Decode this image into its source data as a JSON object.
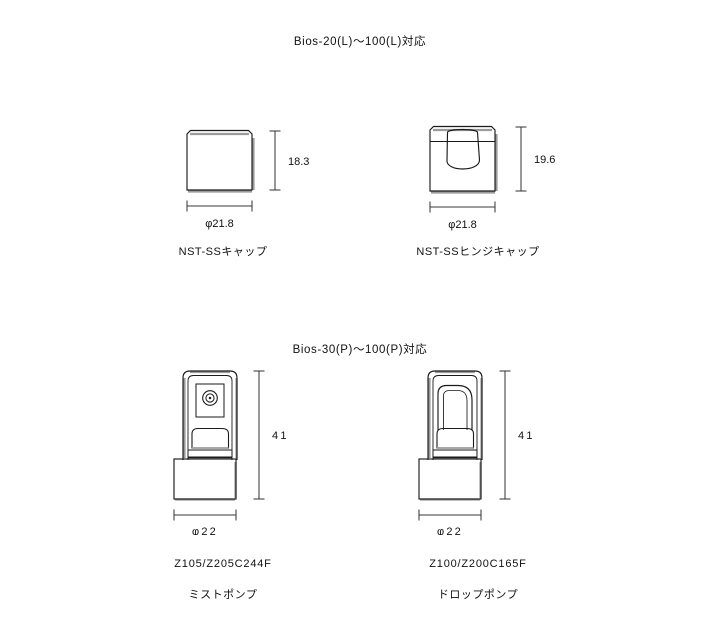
{
  "sheet": {
    "background_color": "#ffffff",
    "line_color": "#1a1a1a",
    "shade_color": "#9b9b9b",
    "text_color": "#111111"
  },
  "sections": [
    {
      "id": "upper",
      "title": "Bios-20(L)〜100(L)対応",
      "figures": [
        {
          "id": "cap",
          "name": "NST-SSキャップ",
          "icon": "cap-outline-icon",
          "height_dim": "18.3",
          "diameter_dim": "φ21.8"
        },
        {
          "id": "hinge",
          "name": "NST-SSヒンジキャップ",
          "icon": "hinge-cap-outline-icon",
          "height_dim": "19.6",
          "diameter_dim": "φ21.8"
        }
      ]
    },
    {
      "id": "lower",
      "title": "Bios-30(P)〜100(P)対応",
      "figures": [
        {
          "id": "mist",
          "code": "Z105/Z205C244F",
          "name": "ミストポンプ",
          "icon": "mist-pump-outline-icon",
          "height_dim": "41",
          "diameter_dim": "φ22"
        },
        {
          "id": "drop",
          "code": "Z100/Z200C165F",
          "name": "ドロップポンプ",
          "icon": "drop-pump-outline-icon",
          "height_dim": "41",
          "diameter_dim": "φ22"
        }
      ]
    }
  ]
}
